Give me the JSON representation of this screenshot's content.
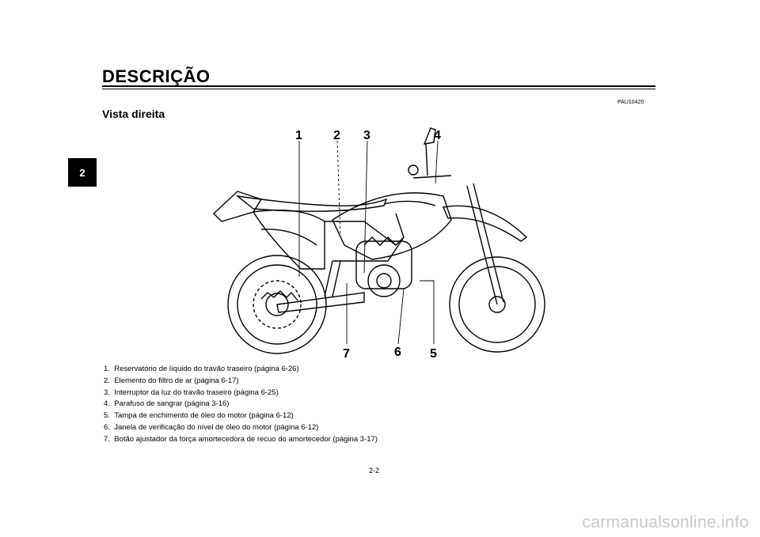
{
  "header": {
    "title": "DESCRIÇÃO",
    "subtitle": "Vista direita",
    "code": "PAU10420"
  },
  "tab": {
    "chapter": "2"
  },
  "callouts": [
    "1",
    "2",
    "3",
    "4",
    "5",
    "6",
    "7"
  ],
  "legend": {
    "items": [
      {
        "num": "1.",
        "text": "Reservatório de líquido do travão traseiro (página 6-26)"
      },
      {
        "num": "2.",
        "text": "Elemento do filtro de ar (página 6-17)"
      },
      {
        "num": "3.",
        "text": "Interruptor da luz do travão traseiro (página 6-25)"
      },
      {
        "num": "4.",
        "text": "Parafuso de sangrar (página 3-16)"
      },
      {
        "num": "5.",
        "text": "Tampa de enchimento de óleo do motor (página 6-12)"
      },
      {
        "num": "6.",
        "text": "Janela de verificação do nível de óleo do motor (página 6-12)"
      },
      {
        "num": "7.",
        "text": "Botão ajustador da força amortecedora de recuo do amortecedor (página 3-17)"
      }
    ]
  },
  "footer": {
    "page_number": "2-2",
    "watermark": "carmanualsonline.info"
  }
}
